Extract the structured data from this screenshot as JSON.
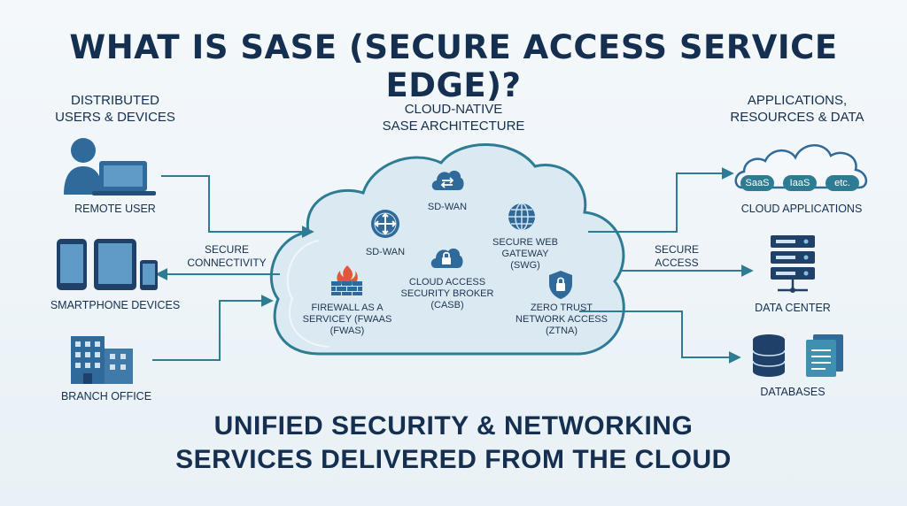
{
  "title": "WHAT IS SASE (SECURE ACCESS SERVICE EDGE)?",
  "left": {
    "header": "DISTRIBUTED USERS & DEVICES",
    "header_line1": "DISTRIBUTED",
    "header_line2": "USERS & DEVICES",
    "items": [
      {
        "label": "REMOTE USER",
        "icon": "laptop-user-icon"
      },
      {
        "label": "SMARTPHONE DEVICES",
        "icon": "mobile-devices-icon"
      },
      {
        "label": "BRANCH OFFICE",
        "icon": "office-building-icon"
      }
    ],
    "connection_label_line1": "SECURE",
    "connection_label_line2": "CONNECTIVITY"
  },
  "center": {
    "header_line1": "CLOUD-NATIVE",
    "header_line2": "SASE ARCHITECTURE",
    "services": [
      {
        "label": "SD-WAN",
        "icon": "cloud-arrows-icon"
      },
      {
        "label": "SD-WAN",
        "icon": "router-icon"
      },
      {
        "label_line1": "SECURE WEB",
        "label_line2": "GATEWAY",
        "label_line3": "(SWG)",
        "icon": "globe-icon"
      },
      {
        "label_line1": "CLOUD ACCESS",
        "label_line2": "SECURITY BROKER",
        "label_line3": "(CASB)",
        "icon": "cloud-lock-icon"
      },
      {
        "label_line1": "FIREWALL AS A",
        "label_line2": "SERVICEY (FWaaS",
        "label_line3": "(FWaS)",
        "icon": "firewall-icon"
      },
      {
        "label_line1": "ZERO TRUST",
        "label_line2": "NETWORK ACCESS",
        "label_line3": "(ZTNA)",
        "icon": "shield-lock-icon"
      }
    ]
  },
  "right": {
    "header_line1": "APPLICATIONS,",
    "header_line2": "RESOURCES & DATA",
    "saas_pills": [
      "SaaS",
      "IaaS",
      "etc."
    ],
    "items": [
      {
        "label": "CLOUD APPLICATIONS",
        "icon": "cloud-apps-icon"
      },
      {
        "label": "DATA CENTER",
        "icon": "server-rack-icon"
      },
      {
        "label": "DATABASES",
        "icon": "database-icon"
      }
    ],
    "connection_label_line1": "SECURE",
    "connection_label_line2": "ACCESS"
  },
  "footer": {
    "line1": "UNIFIED SECURITY & NETWORKING",
    "line2": "SERVICES DELIVERED FROM THE CLOUD"
  },
  "colors": {
    "navy": "#152f50",
    "teal": "#2d7c93",
    "icon_blue": "#2f6a9a",
    "cloud_fill": "#dbe9f2",
    "background": "#eef4f8"
  }
}
